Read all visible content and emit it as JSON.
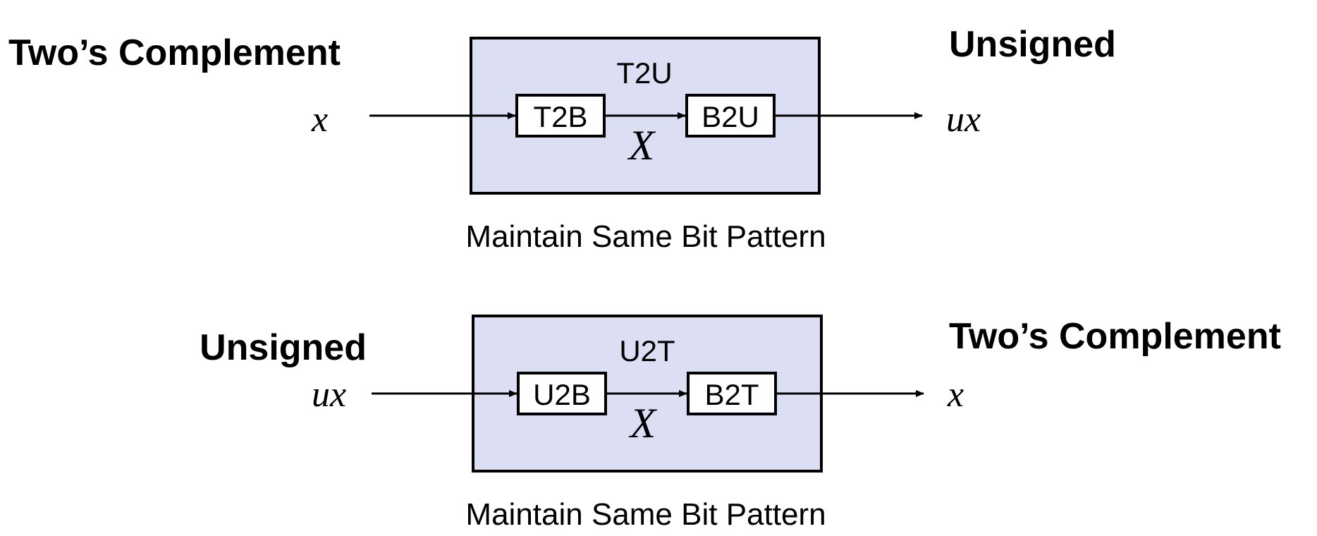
{
  "colors": {
    "box_fill": "#dcdff3",
    "stroke": "#000000",
    "background": "#ffffff"
  },
  "t2u": {
    "left_title": "Two’s Complement",
    "right_title": "Unsigned",
    "box_label": "T2U",
    "input_var": "x",
    "output_var": "ux",
    "first_stage": "T2B",
    "second_stage": "B2U",
    "bit_var": "X",
    "caption": "Maintain Same Bit Pattern"
  },
  "u2t": {
    "left_title": "Unsigned",
    "right_title": "Two’s Complement",
    "box_label": "U2T",
    "input_var": "ux",
    "output_var": "x",
    "first_stage": "U2B",
    "second_stage": "B2T",
    "bit_var": "X",
    "caption": "Maintain Same Bit Pattern"
  }
}
